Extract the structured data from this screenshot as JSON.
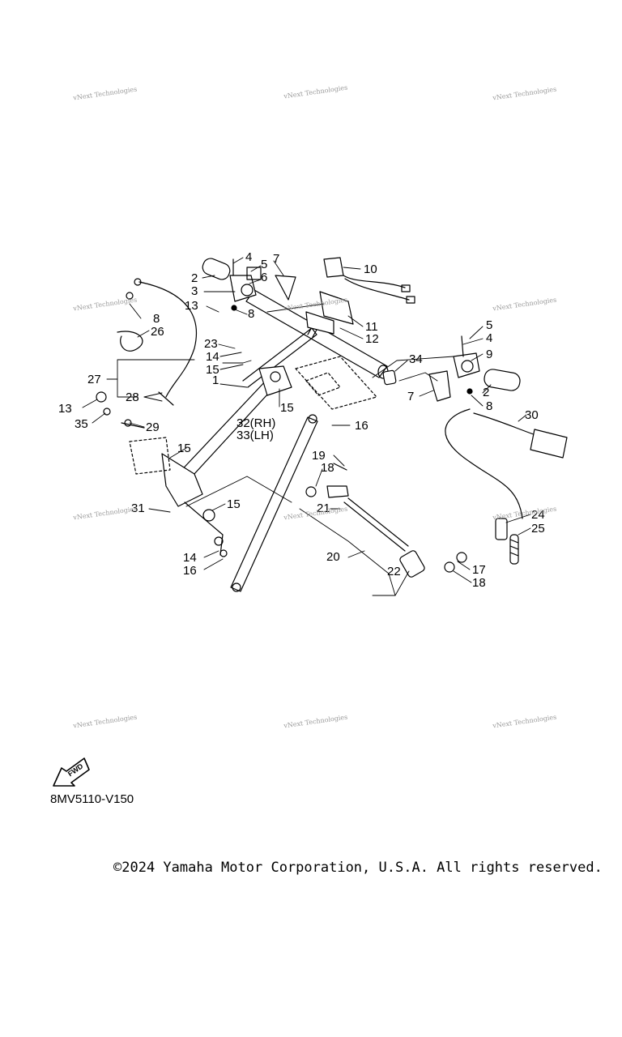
{
  "watermark": {
    "text": "vNext Technologies"
  },
  "labels": {
    "l1": "1",
    "l2a": "2",
    "l2b": "2",
    "l3": "3",
    "l4a": "4",
    "l4b": "4",
    "l5a": "5",
    "l5b": "5",
    "l6": "6",
    "l7a": "7",
    "l7b": "7",
    "l8a": "8",
    "l8b": "8",
    "l8c": "8",
    "l9": "9",
    "l10": "10",
    "l11": "11",
    "l12": "12",
    "l13a": "13",
    "l13b": "13",
    "l14a": "14",
    "l14b": "14",
    "l15a": "15",
    "l15b": "15",
    "l15c": "15",
    "l15d": "15",
    "l16a": "16",
    "l16b": "16",
    "l17": "17",
    "l18a": "18",
    "l18b": "18",
    "l19": "19",
    "l20": "20",
    "l21": "21",
    "l22": "22",
    "l23": "23",
    "l24": "24",
    "l25": "25",
    "l26": "26",
    "l27": "27",
    "l28": "28",
    "l29": "29",
    "l30": "30",
    "l31": "31",
    "l32": "32(RH)",
    "l33": "33(LH)",
    "l34": "34",
    "l35": "35"
  },
  "fwd_label": "FWD",
  "diagram_code": "8MV5110-V150",
  "copyright": "©2024 Yamaha Motor Corporation, U.S.A. All rights reserved."
}
